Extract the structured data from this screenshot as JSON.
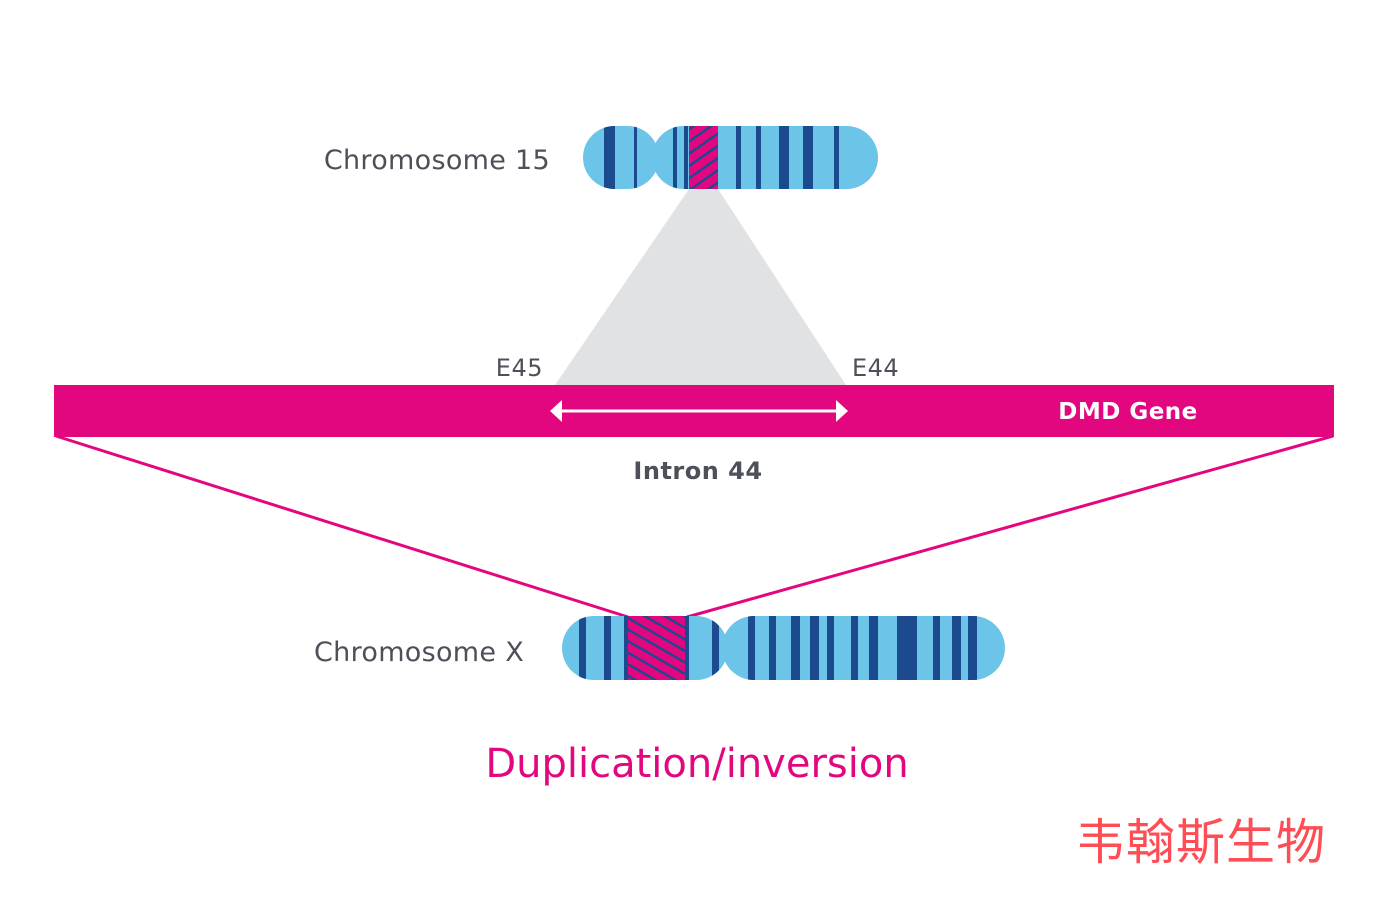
{
  "title": "Duplication/inversion",
  "colors": {
    "magenta": "#e3077f",
    "chrom_light": "#6cc4e8",
    "chrom_dark": "#1b4a8f",
    "cone_gray": "#e1e2e4",
    "text_gray": "#4d5058",
    "watermark_red": "#ff4d55",
    "white": "#ffffff"
  },
  "chromosome_15": {
    "label": "Chromosome 15",
    "highlighted_region": "hatched magenta band (source of inserted segment)"
  },
  "chromosome_x": {
    "label": "Chromosome X",
    "highlighted_region": "hatched magenta band (DMD locus)"
  },
  "gene": {
    "label": "DMD Gene",
    "exon_left": "E45",
    "exon_right": "E44",
    "intron_label": "Intron 44",
    "arrow": "double-headed arrow spanning intron 44"
  },
  "watermark": "韦翰斯生物"
}
